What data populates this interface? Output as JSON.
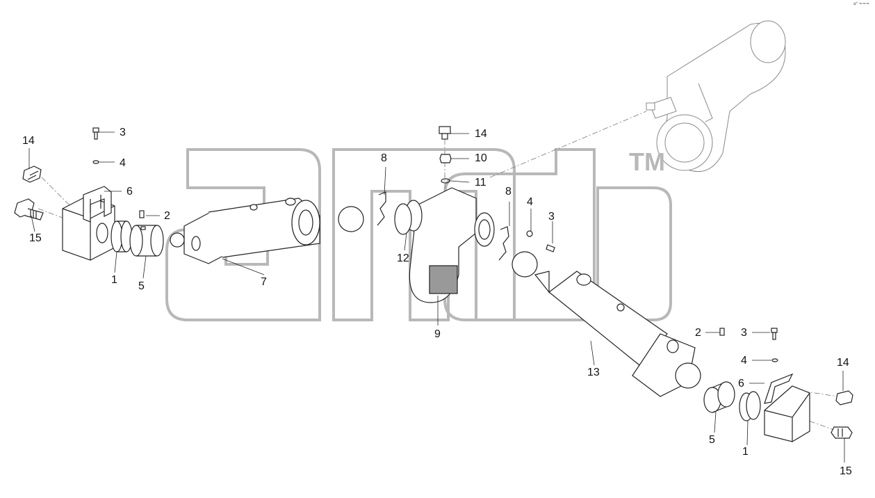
{
  "diagram": {
    "corner_mark": "a⁰ ===",
    "watermark_letters": "amd",
    "watermark_tm": "TM",
    "callouts": [
      {
        "id": "c-14-left",
        "text": "14"
      },
      {
        "id": "c-15-left",
        "text": "15"
      },
      {
        "id": "c-3-left",
        "text": "3"
      },
      {
        "id": "c-4-left",
        "text": "4"
      },
      {
        "id": "c-6-left",
        "text": "6"
      },
      {
        "id": "c-2-left",
        "text": "2"
      },
      {
        "id": "c-1-left",
        "text": "1"
      },
      {
        "id": "c-5-left",
        "text": "5"
      },
      {
        "id": "c-7",
        "text": "7"
      },
      {
        "id": "c-8-a",
        "text": "8"
      },
      {
        "id": "c-14-mid",
        "text": "14"
      },
      {
        "id": "c-10",
        "text": "10"
      },
      {
        "id": "c-11",
        "text": "11"
      },
      {
        "id": "c-12",
        "text": "12"
      },
      {
        "id": "c-9",
        "text": "9"
      },
      {
        "id": "c-8-b",
        "text": "8"
      },
      {
        "id": "c-4-mid",
        "text": "4"
      },
      {
        "id": "c-3-mid",
        "text": "3"
      },
      {
        "id": "c-13",
        "text": "13"
      },
      {
        "id": "c-2-right",
        "text": "2"
      },
      {
        "id": "c-3-right",
        "text": "3"
      },
      {
        "id": "c-4-right",
        "text": "4"
      },
      {
        "id": "c-6-right",
        "text": "6"
      },
      {
        "id": "c-14-right",
        "text": "14"
      },
      {
        "id": "c-5-right",
        "text": "5"
      },
      {
        "id": "c-1-right",
        "text": "1"
      },
      {
        "id": "c-15-right",
        "text": "15"
      }
    ]
  }
}
